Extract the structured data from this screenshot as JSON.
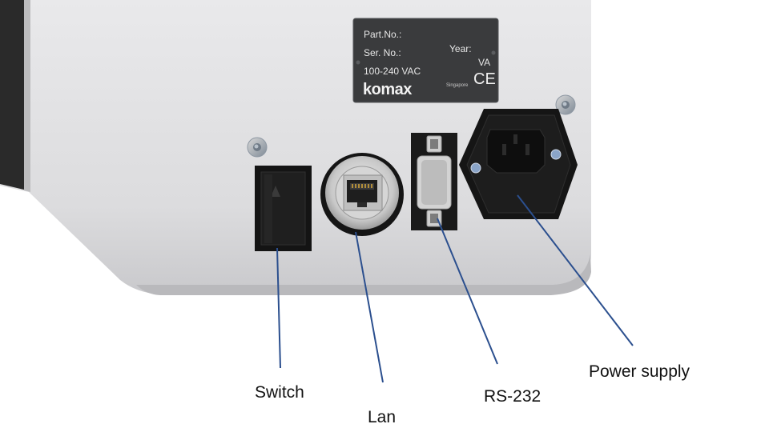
{
  "rating_plate": {
    "part_no_label": "Part.No.:",
    "ser_no_label": "Ser. No.:",
    "year_label": "Year:",
    "voltage": "100-240 VAC",
    "va": "VA",
    "brand": "komax",
    "origin": "Singapore",
    "ce_mark": "CE"
  },
  "callouts": {
    "switch": "Switch",
    "lan": "Lan",
    "rs232": "RS-232",
    "power_supply": "Power supply"
  },
  "colors": {
    "housing": "#e2e2e4",
    "plate": "#3a3b3d",
    "leader_line": "#2b4f8e",
    "connector_black": "#1c1c1c"
  }
}
